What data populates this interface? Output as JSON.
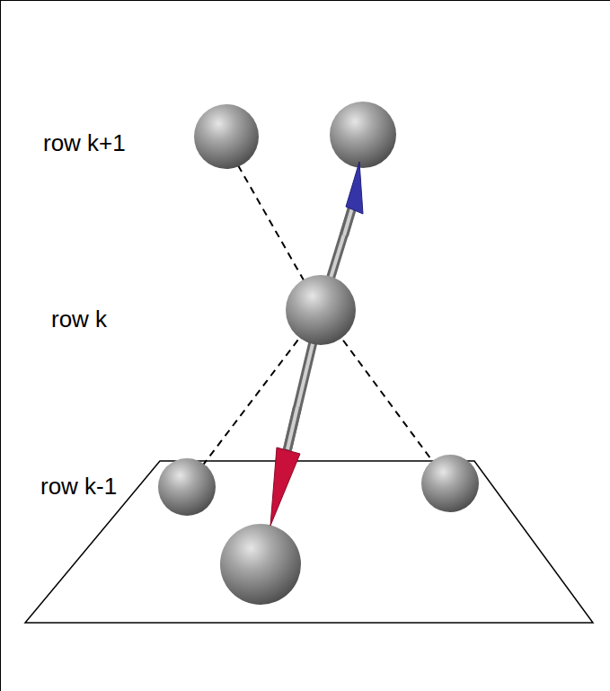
{
  "diagram": {
    "labels": [
      "row k+1",
      "row k",
      "row k-1"
    ]
  }
}
